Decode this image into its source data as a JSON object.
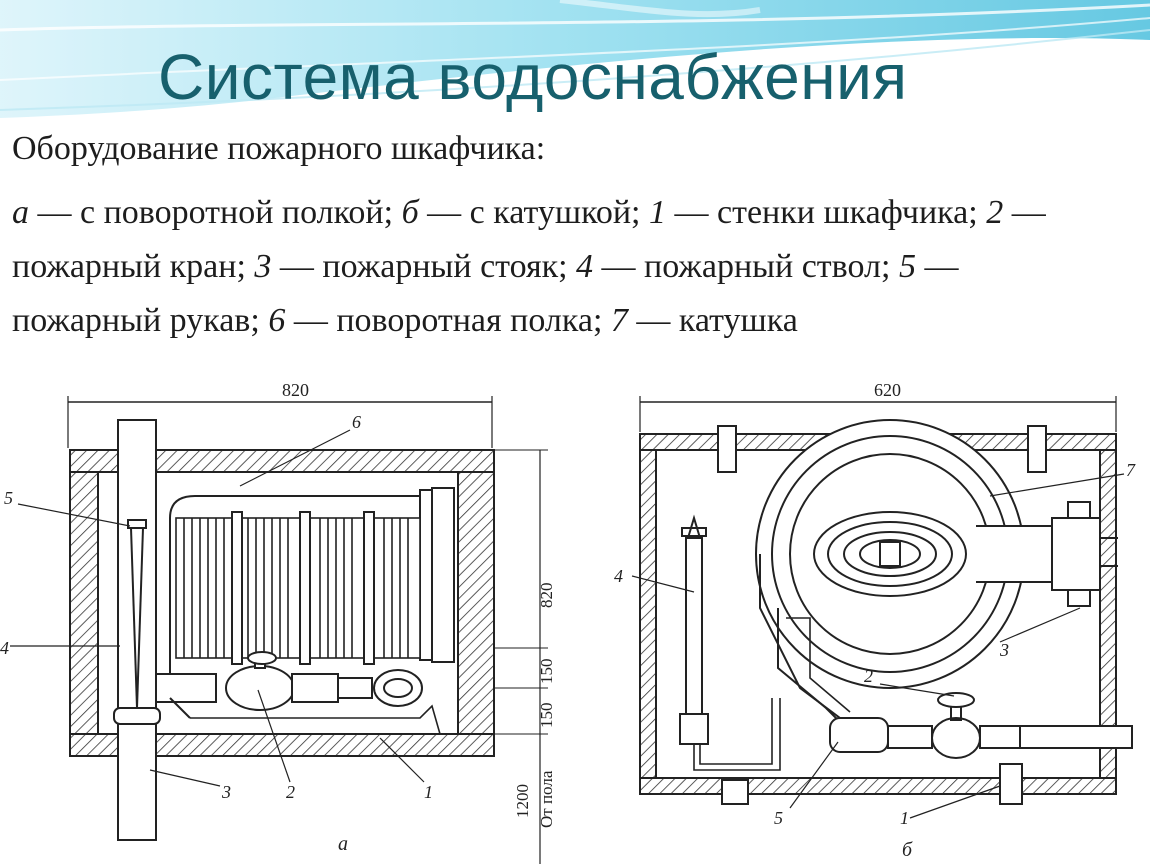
{
  "title": "Система водоснабжения",
  "subtitle": "Оборудование пожарного шкафчика:",
  "legend": {
    "items": [
      {
        "key": "а",
        "text": "с поворотной полкой;"
      },
      {
        "key": "б",
        "text": "с катушкой;"
      },
      {
        "key": "1",
        "text": "стенки шкафчика;"
      },
      {
        "key": "2",
        "text": "пожарный кран;"
      },
      {
        "key": "3",
        "text": "пожарный стояк;"
      },
      {
        "key": "4",
        "text": "пожарный ствол;"
      },
      {
        "key": "5",
        "text": "пожарный рукав;"
      },
      {
        "key": "6",
        "text": "поворотная полка;"
      },
      {
        "key": "7",
        "text": "катушка"
      }
    ]
  },
  "diagram_a": {
    "caption": "а",
    "dim_width": "820",
    "dim_height": "820",
    "dim_150_top": "150",
    "dim_150_bottom": "150",
    "dim_floor": "1200",
    "dim_floor_label": "От пола",
    "labels": [
      "1",
      "2",
      "3",
      "4",
      "5",
      "6"
    ]
  },
  "diagram_b": {
    "caption": "б",
    "dim_width": "620",
    "labels": [
      "1",
      "2",
      "3",
      "4",
      "5",
      "7"
    ]
  },
  "colors": {
    "title": "#17606d",
    "banner": "#5bc8e3",
    "line": "#222222"
  }
}
